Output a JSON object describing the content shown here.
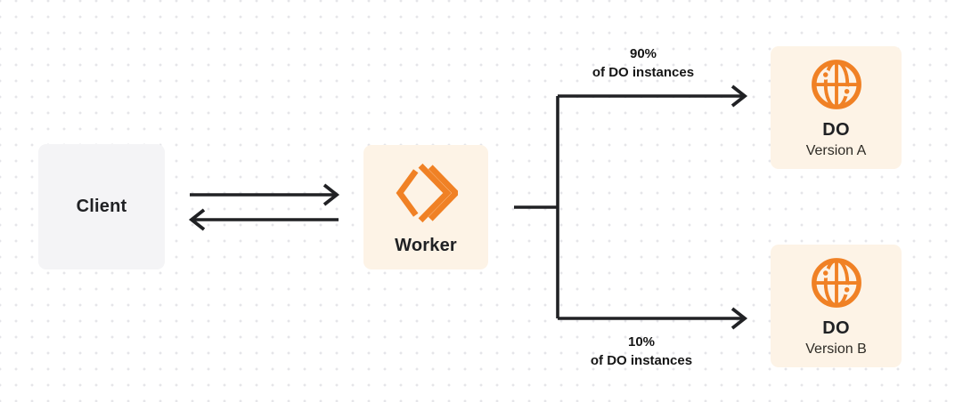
{
  "nodes": {
    "client": {
      "label": "Client"
    },
    "worker": {
      "label": "Worker",
      "icon": "cloudflare-workers-logo"
    },
    "do_version_a": {
      "title": "DO",
      "subtitle": "Version A",
      "icon": "durable-object-globe-icon"
    },
    "do_version_b": {
      "title": "DO",
      "subtitle": "Version B",
      "icon": "durable-object-globe-icon"
    }
  },
  "edges": {
    "split_top": {
      "percent": "90%",
      "caption": "of DO instances"
    },
    "split_bottom": {
      "percent": "10%",
      "caption": "of DO instances"
    }
  },
  "colors": {
    "accent_orange": "#f08125",
    "cream_node_bg": "#fdf3e6",
    "gray_node_bg": "#f4f4f6",
    "line_dark": "#202124",
    "dot_grid": "#e5e5e9",
    "background": "#ffffff"
  }
}
